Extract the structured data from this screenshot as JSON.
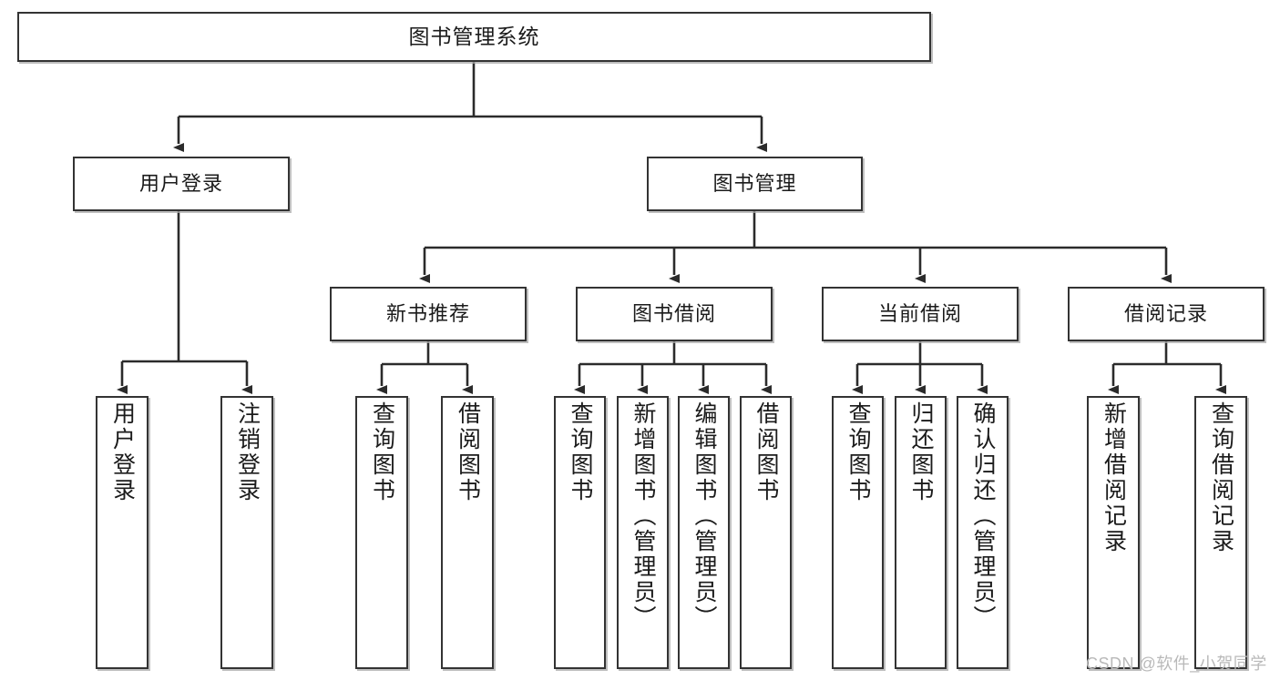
{
  "diagram": {
    "title": "图书管理系统",
    "type": "hierarchy-tree",
    "root": {
      "label": "图书管理系统"
    },
    "level2": [
      {
        "label": "用户登录"
      },
      {
        "label": "图书管理"
      }
    ],
    "level3": [
      {
        "label": "新书推荐"
      },
      {
        "label": "图书借阅"
      },
      {
        "label": "当前借阅"
      },
      {
        "label": "借阅记录"
      }
    ],
    "leaves": {
      "user_login": [
        {
          "label": "用户登录"
        },
        {
          "label": "注销登录"
        }
      ],
      "new_book_recommend": [
        {
          "label": "查询图书"
        },
        {
          "label": "借阅图书"
        }
      ],
      "book_borrow": [
        {
          "label": "查询图书"
        },
        {
          "label": "新增图书（管理员）"
        },
        {
          "label": "编辑图书（管理员）"
        },
        {
          "label": "借阅图书"
        }
      ],
      "current_borrow": [
        {
          "label": "查询图书"
        },
        {
          "label": "归还图书"
        },
        {
          "label": "确认归还（管理员）"
        }
      ],
      "borrow_record": [
        {
          "label": "新增借阅记录"
        },
        {
          "label": "查询借阅记录"
        }
      ]
    }
  },
  "watermark": {
    "text": "CSDN @软件_小贺同学"
  },
  "colors": {
    "border": "#333333",
    "background": "#ffffff",
    "text": "#1b1b1b",
    "connector": "#2b2b2b",
    "shadow": "#aaaaaa",
    "watermark": "#b9b9b9"
  }
}
